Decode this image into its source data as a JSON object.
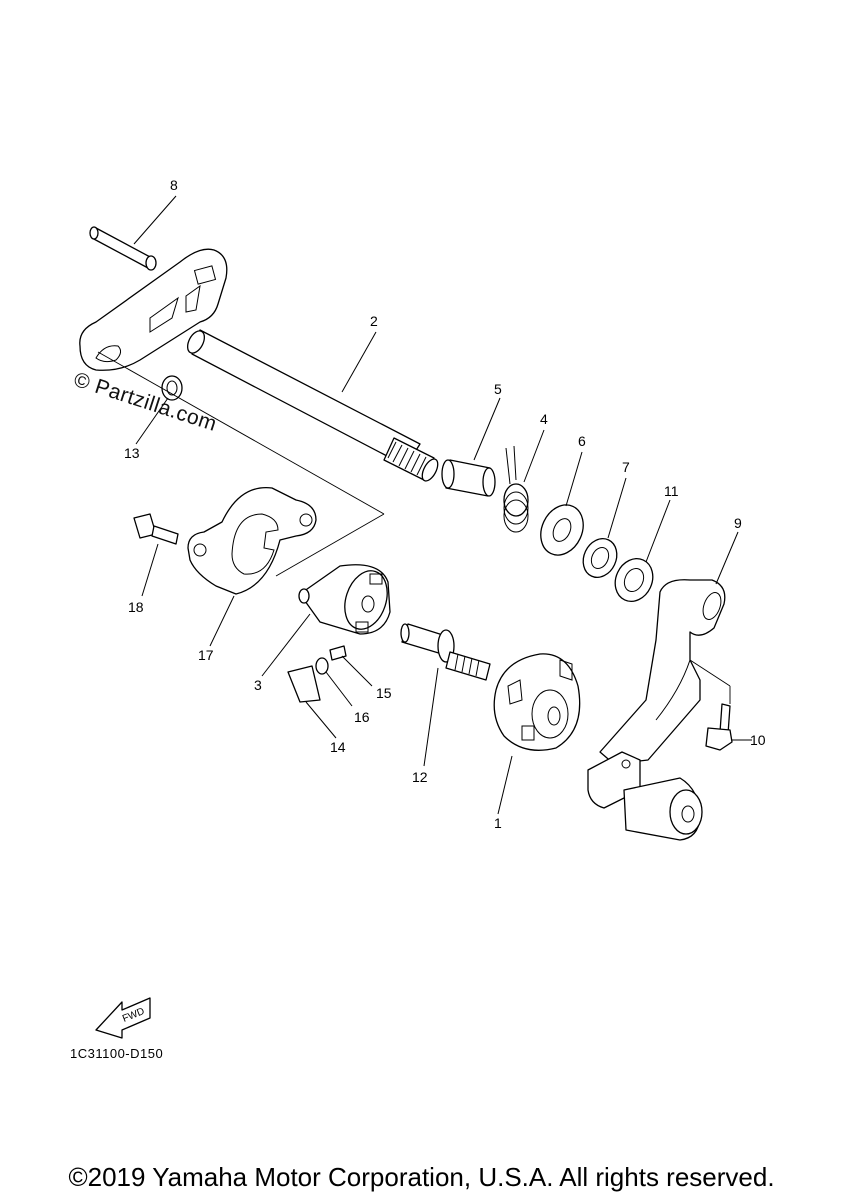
{
  "diagram": {
    "callouts": [
      "1",
      "2",
      "3",
      "4",
      "5",
      "6",
      "7",
      "8",
      "9",
      "10",
      "11",
      "12",
      "13",
      "14",
      "15",
      "16",
      "17",
      "18"
    ],
    "fwd_label": "FWD",
    "diagram_code": "1C31100-D150"
  },
  "watermark": "© Partzilla.com",
  "footer": {
    "copyright": "©2019 Yamaha Motor Corporation, U.S.A. All rights reserved."
  }
}
